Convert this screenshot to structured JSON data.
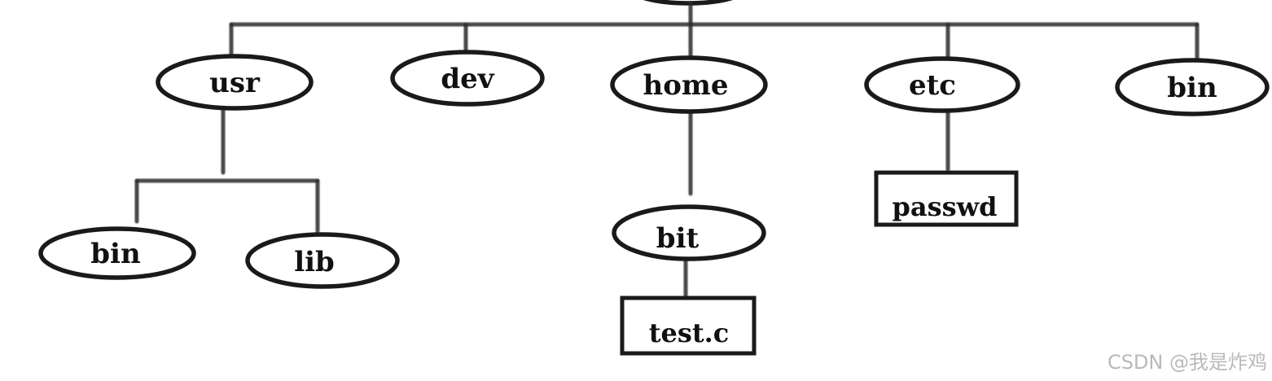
{
  "diagram": {
    "nodes": {
      "usr": "usr",
      "dev": "dev",
      "home": "home",
      "etc": "etc",
      "bin_top": "bin",
      "bin_usr": "bin",
      "lib": "lib",
      "bit": "bit",
      "test_c": "test.c",
      "passwd": "passwd"
    },
    "edges": [
      [
        "root",
        "usr"
      ],
      [
        "root",
        "dev"
      ],
      [
        "root",
        "home"
      ],
      [
        "root",
        "etc"
      ],
      [
        "root",
        "bin_top"
      ],
      [
        "usr",
        "bin_usr"
      ],
      [
        "usr",
        "lib"
      ],
      [
        "home",
        "bit"
      ],
      [
        "bit",
        "test_c"
      ],
      [
        "etc",
        "passwd"
      ]
    ],
    "colors": {
      "stroke": "#1a1a1a",
      "background": "#ffffff",
      "watermark": "#b9b9b9"
    }
  },
  "watermark": "CSDN @我是炸鸡"
}
